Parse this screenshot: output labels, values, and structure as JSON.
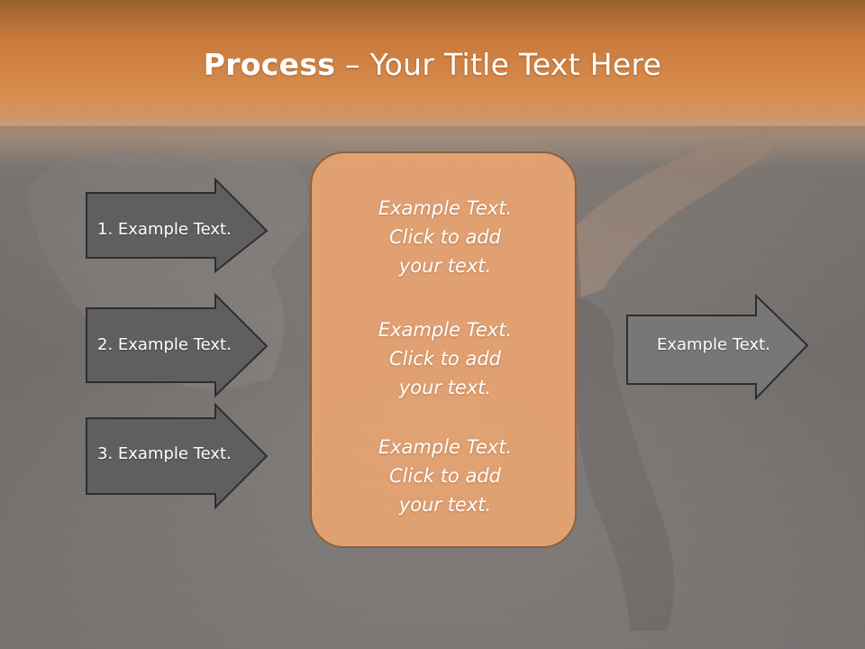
{
  "title": {
    "bold": "Process",
    "rest": " – Your Title Text Here"
  },
  "inputs": [
    {
      "label": "1. Example Text."
    },
    {
      "label": "2. Example Text."
    },
    {
      "label": "3. Example Text."
    }
  ],
  "center": {
    "blocks": [
      {
        "text": "Example Text.\nClick  to add\nyour text."
      },
      {
        "text": "Example Text.\nClick  to add\nyour text."
      },
      {
        "text": "Example Text.\nClick  to add\nyour text."
      }
    ]
  },
  "output": {
    "label": "Example Text."
  },
  "colors": {
    "header": "#d78c4c",
    "arrow_dark": "#5f5f5f",
    "arrow_mid": "#777777",
    "center_fill": "#e8a472",
    "center_border": "#8a6240"
  }
}
